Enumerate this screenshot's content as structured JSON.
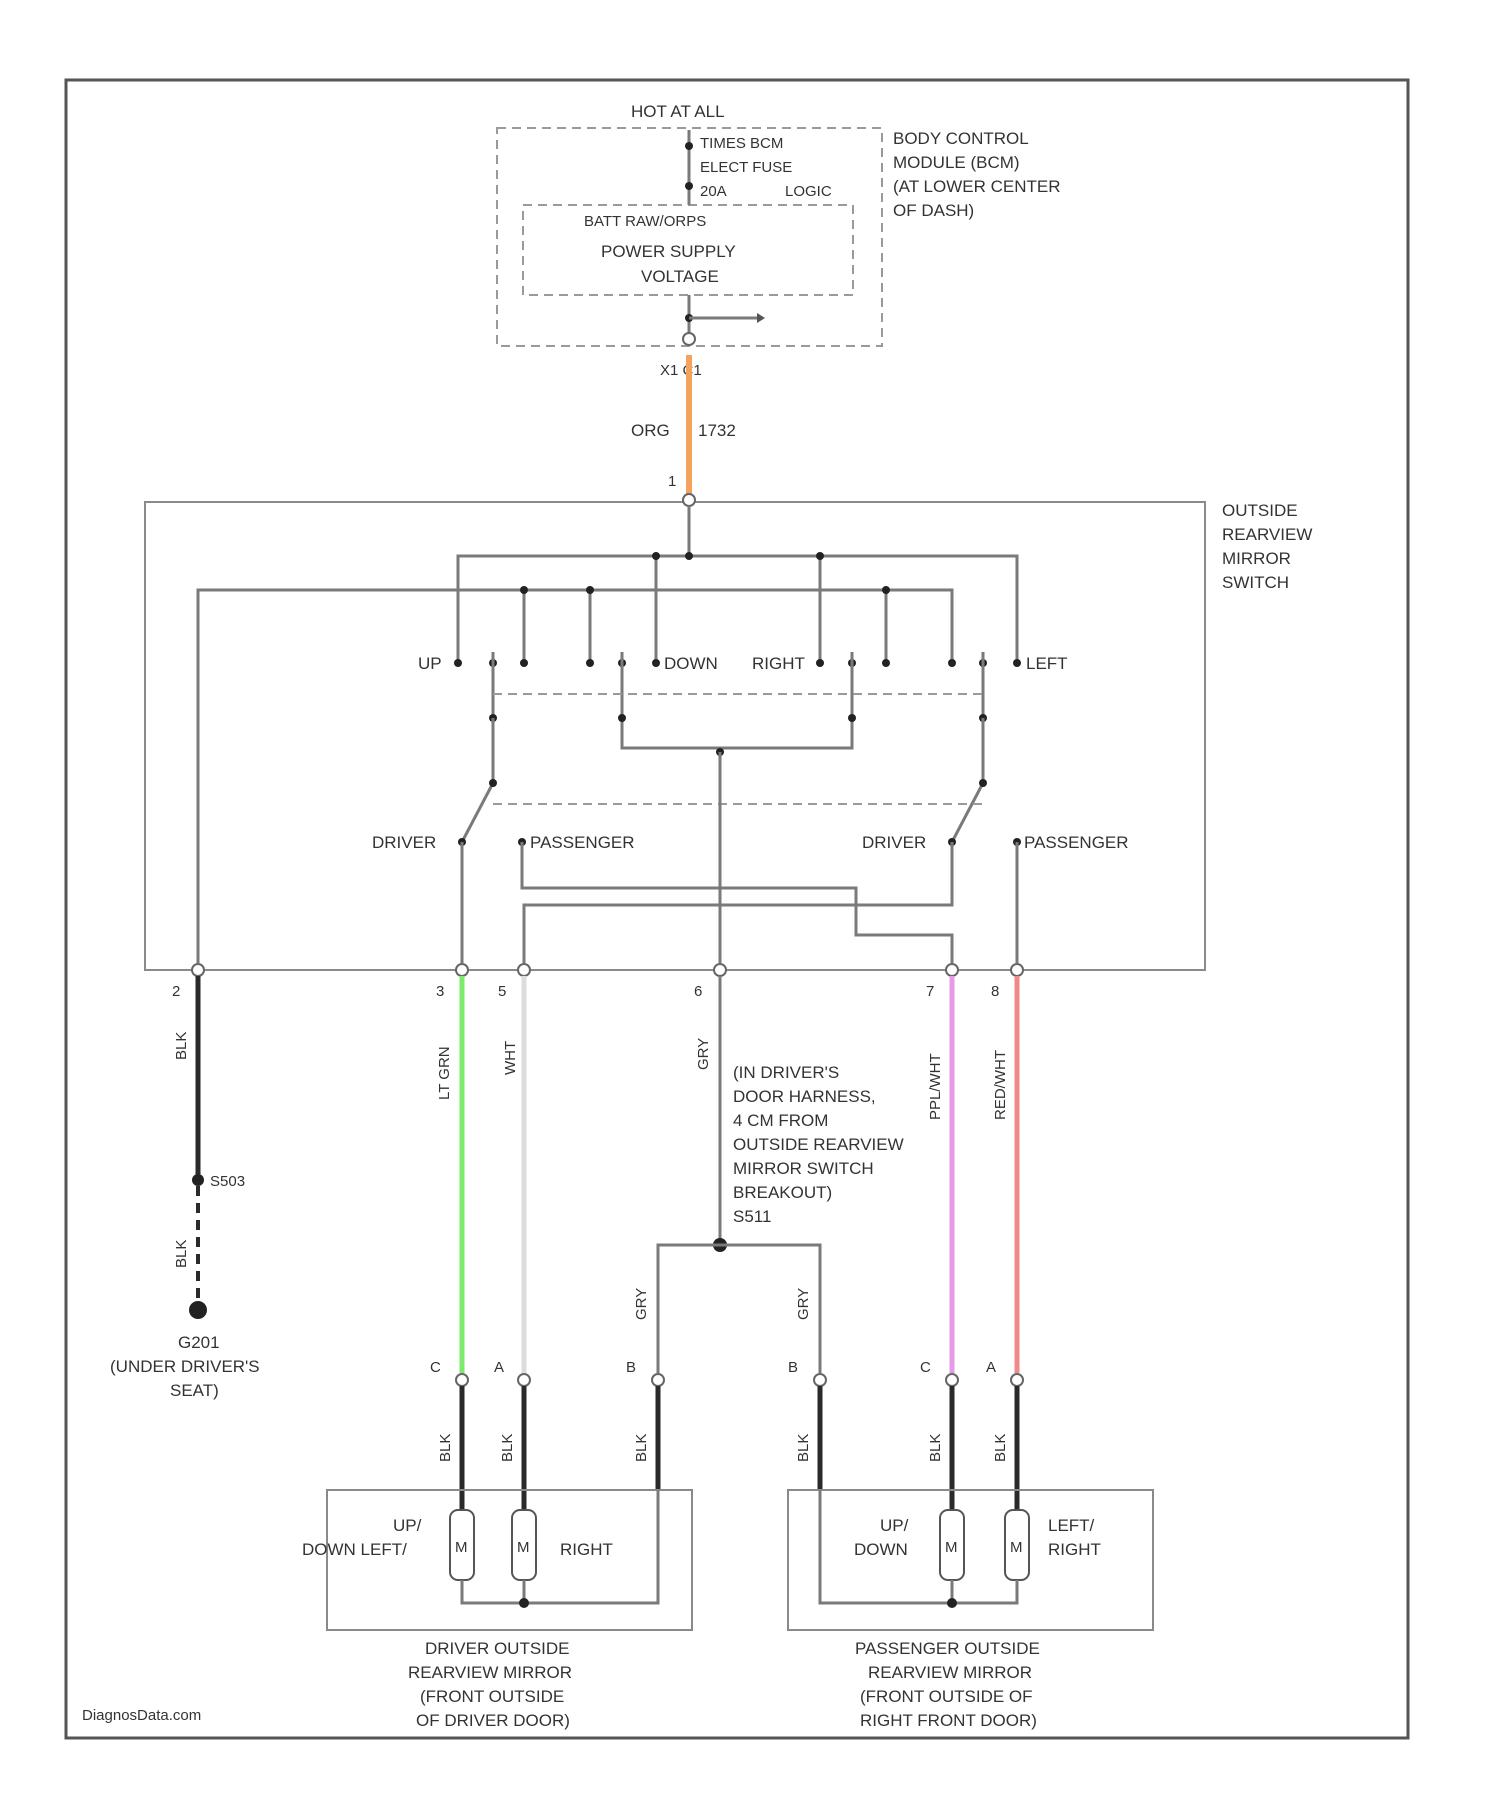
{
  "fuse_block": {
    "hot_label": "HOT AT ALL",
    "fuse_lines": [
      "TIMES BCM",
      "ELECT FUSE",
      "20A",
      "LOGIC"
    ],
    "inner_title": "BATT RAW/ORPS",
    "inner_lines": [
      "POWER SUPPLY",
      "VOLTAGE"
    ],
    "connector": "X1 C1"
  },
  "bcm_label": [
    "BODY CONTROL",
    "MODULE (BCM)",
    "(AT LOWER CENTER",
    "OF DASH)"
  ],
  "feed_wire": {
    "color_label": "ORG",
    "circuit": "1732",
    "color": "#f5a35c"
  },
  "switch": {
    "label": [
      "OUTSIDE",
      "REARVIEW",
      "MIRROR",
      "SWITCH"
    ],
    "pin_top": "1",
    "dir_up": "UP",
    "dir_down": "DOWN",
    "dir_right": "RIGHT",
    "dir_left": "LEFT",
    "sel_driver_left": "DRIVER",
    "sel_passenger_left": "PASSENGER",
    "sel_driver_right": "DRIVER",
    "sel_passenger_right": "PASSENGER"
  },
  "bottom_pins": [
    "2",
    "3",
    "5",
    "6",
    "7",
    "8"
  ],
  "wires": {
    "blk": "BLK",
    "lt_grn": "LT GRN",
    "wht": "WHT",
    "gry": "GRY",
    "pplwht": "PPL/WHT",
    "redwht": "RED/WHT",
    "lt_grn_color": "#7bea6d",
    "pplwht_color": "#e79ae6",
    "redwht_color": "#f08a8a"
  },
  "splice_g": "S503",
  "ground": {
    "blk": "BLK",
    "lines": [
      "G201",
      "(UNDER DRIVER'S",
      "SEAT)"
    ]
  },
  "splice_note": [
    "(IN DRIVER'S",
    "DOOR HARNESS,",
    "4 CM FROM",
    "OUTSIDE REARVIEW",
    "MIRROR SWITCH",
    "BREAKOUT)",
    "S511"
  ],
  "branch_gry_left": "GRY",
  "branch_gry_right": "GRY",
  "mirror_pins_left": [
    "C",
    "A",
    "B"
  ],
  "mirror_pins_right": [
    "B",
    "C",
    "A"
  ],
  "blk_label": "BLK",
  "driver_mirror": {
    "left_text": [
      "UP/",
      "DOWN LEFT/"
    ],
    "right_text": "RIGHT",
    "motor": "M",
    "label": [
      "DRIVER OUTSIDE",
      "REARVIEW MIRROR",
      "(FRONT OUTSIDE",
      "OF DRIVER DOOR)"
    ]
  },
  "passenger_mirror": {
    "left_text": [
      "UP/",
      "DOWN"
    ],
    "right_text": [
      "LEFT/",
      "RIGHT"
    ],
    "motor": "M",
    "label": [
      "PASSENGER OUTSIDE",
      "REARVIEW MIRROR",
      "(FRONT OUTSIDE OF",
      "RIGHT FRONT DOOR)"
    ]
  },
  "watermark": "DiagnosData.com"
}
